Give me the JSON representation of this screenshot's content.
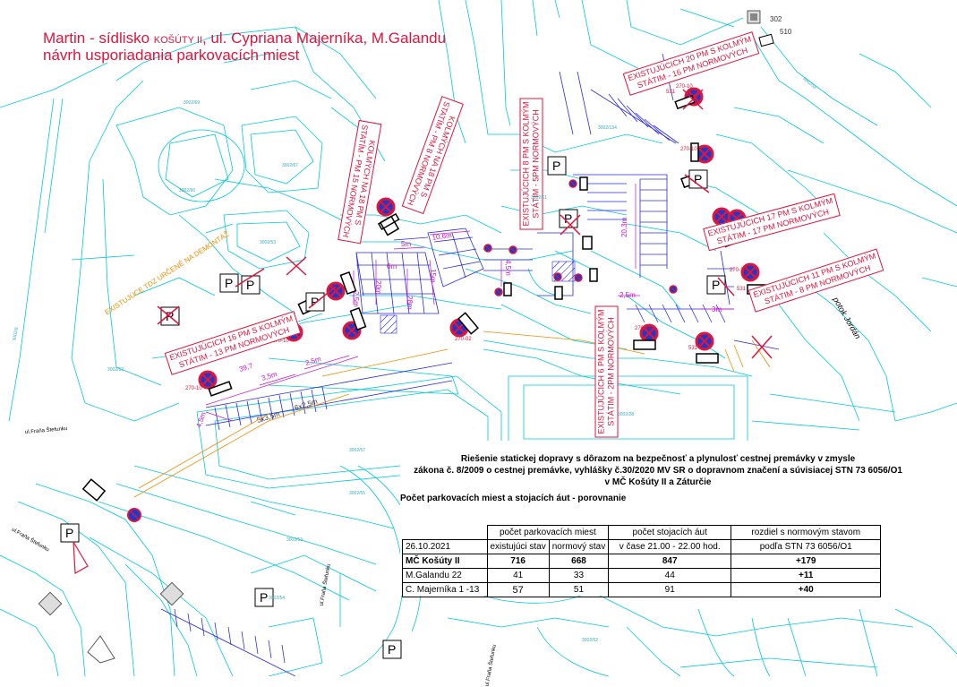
{
  "title": {
    "line1_a": "Martin -  sídlisko ",
    "line1_small": "KOŠÚTY II",
    "line1_b": ", ul. Cypriana Majerníka, M.Galandu",
    "line2": "návrh usporiadania parkovacích miest"
  },
  "colors": {
    "title_red": "#e0143c",
    "cad_cyan": "#00c8dc",
    "parking_blue": "#2a2ae0",
    "dimension_magenta": "#c814c8",
    "orange": "#f08c00",
    "sign_red": "#e0143c",
    "sign_blue": "#1a3acc"
  },
  "annotations": {
    "top_right": {
      "line1": "EXISTUJÚCICH 20 PM S KOLMÝM",
      "line2": "STÁTIM -",
      "bold": "16 PM NORMOVÝCH"
    },
    "right_mid": {
      "line1": "EXISTUJÚCICH 17 PM S KOLMÝM",
      "line2": "STÁTIM -",
      "bold": "17 PM NORMOVÝCH"
    },
    "right_low": {
      "line1": "EXISTUJÚCICH 11 PM S KOLMÝM",
      "line2": "STÁTIM -",
      "bold": "8 PM NORMOVÝCH"
    },
    "left_low": {
      "line1": "EXISTUJÚCICH 16 PM S KOLMÝM",
      "line2": "STÁTIM -",
      "bold": "13 PM NORMOVÝCH"
    },
    "center_vert": {
      "line1": "EXISTUJÚCICH 8 PM S KOLMÝM",
      "line2": "STÁTIM -",
      "bold": "5PM NORMOVÝCH"
    },
    "bottom_vert": {
      "line1": "EXISTUJÚCICH 6 PM S KOLMÝM",
      "line2": "STÁTIM -",
      "bold": "2PM NORMOVÝCH"
    },
    "left_vert_a": {
      "line1": "KOLMÝCH NA 18 PM S",
      "line2": "STATÍM -",
      "bold": "PM 15 NORMOVÝCH"
    },
    "left_vert_b": {
      "line1": "KOLMÝCH NA 18 PM S",
      "line2": "STATÍM -",
      "bold": "PM 8 NORMOVÝCH"
    },
    "orange_note": "EXISTUJÚCE TDZ URČENÉ NA DEMONTÁŽ"
  },
  "dimensions": [
    "10,6m",
    "5m",
    "6m",
    "15m",
    "20m",
    "28m",
    "2,5m",
    "4,5m",
    "20,3m",
    "2,5m",
    "3m",
    "39,7",
    "3,5m",
    "2,5m",
    "5x3,5m",
    "6x2,5m",
    "4,5m"
  ],
  "sign_codes": [
    "270-10",
    "270-10",
    "531",
    "270-10",
    "531",
    "270-10",
    "531",
    "270-10",
    "270-10",
    "531",
    "270-02"
  ],
  "streets": [
    "ul.Fraňa Štefunku",
    "ul.Fraňa Štefunku",
    "ul.Fraňa Štefunku",
    "ul.Fraňa Štefunku",
    "potok Jordán"
  ],
  "house_numbers": [
    "302",
    "510"
  ],
  "parcels": [
    "3002/69",
    "3002/67",
    "3002/66",
    "3002/53",
    "3002/62",
    "3002/61",
    "3002/54",
    "3002/134",
    "3002/28",
    "3002/57",
    "3002/55",
    "3002/52",
    "3002/58",
    "3002/53",
    "3002/8"
  ],
  "table": {
    "heading_line1": "Riešenie statickej dopravy s dôrazom na bezpečnosť a plynulosť cestnej premávky  v zmysle",
    "heading_line2": "zákona č. 8/2009 o cestnej premávke, vyhlášky č.30/2020 MV SR o dopravnom značení a súvisiacej STN 73 6056/O1",
    "heading_line3": "v MČ Košúty II a Záturčie",
    "subheading": "Počet parkovacích miest a stojacích áut - porovnanie",
    "group_headers": [
      "počet parkovacích miest",
      "počet stojacích áut",
      "rozdiel s normovým stavom"
    ],
    "date": "26.10.2021",
    "col_headers": [
      "existujúci stav",
      "normový stav",
      "v čase 21.00 - 22.00 hod.",
      "podľa STN 73 6056/O1"
    ],
    "rows": [
      {
        "name": "MČ Košúty II",
        "existing": "716",
        "normative": "668",
        "parked": "847",
        "diff": "+179"
      },
      {
        "name": "M.Galandu 22",
        "existing": "41",
        "normative": "33",
        "parked": "44",
        "diff": "+11"
      },
      {
        "name": "C. Majerníka 1 -13",
        "existing": "57",
        "normative": "51",
        "parked": "91",
        "diff": "+40"
      }
    ]
  }
}
